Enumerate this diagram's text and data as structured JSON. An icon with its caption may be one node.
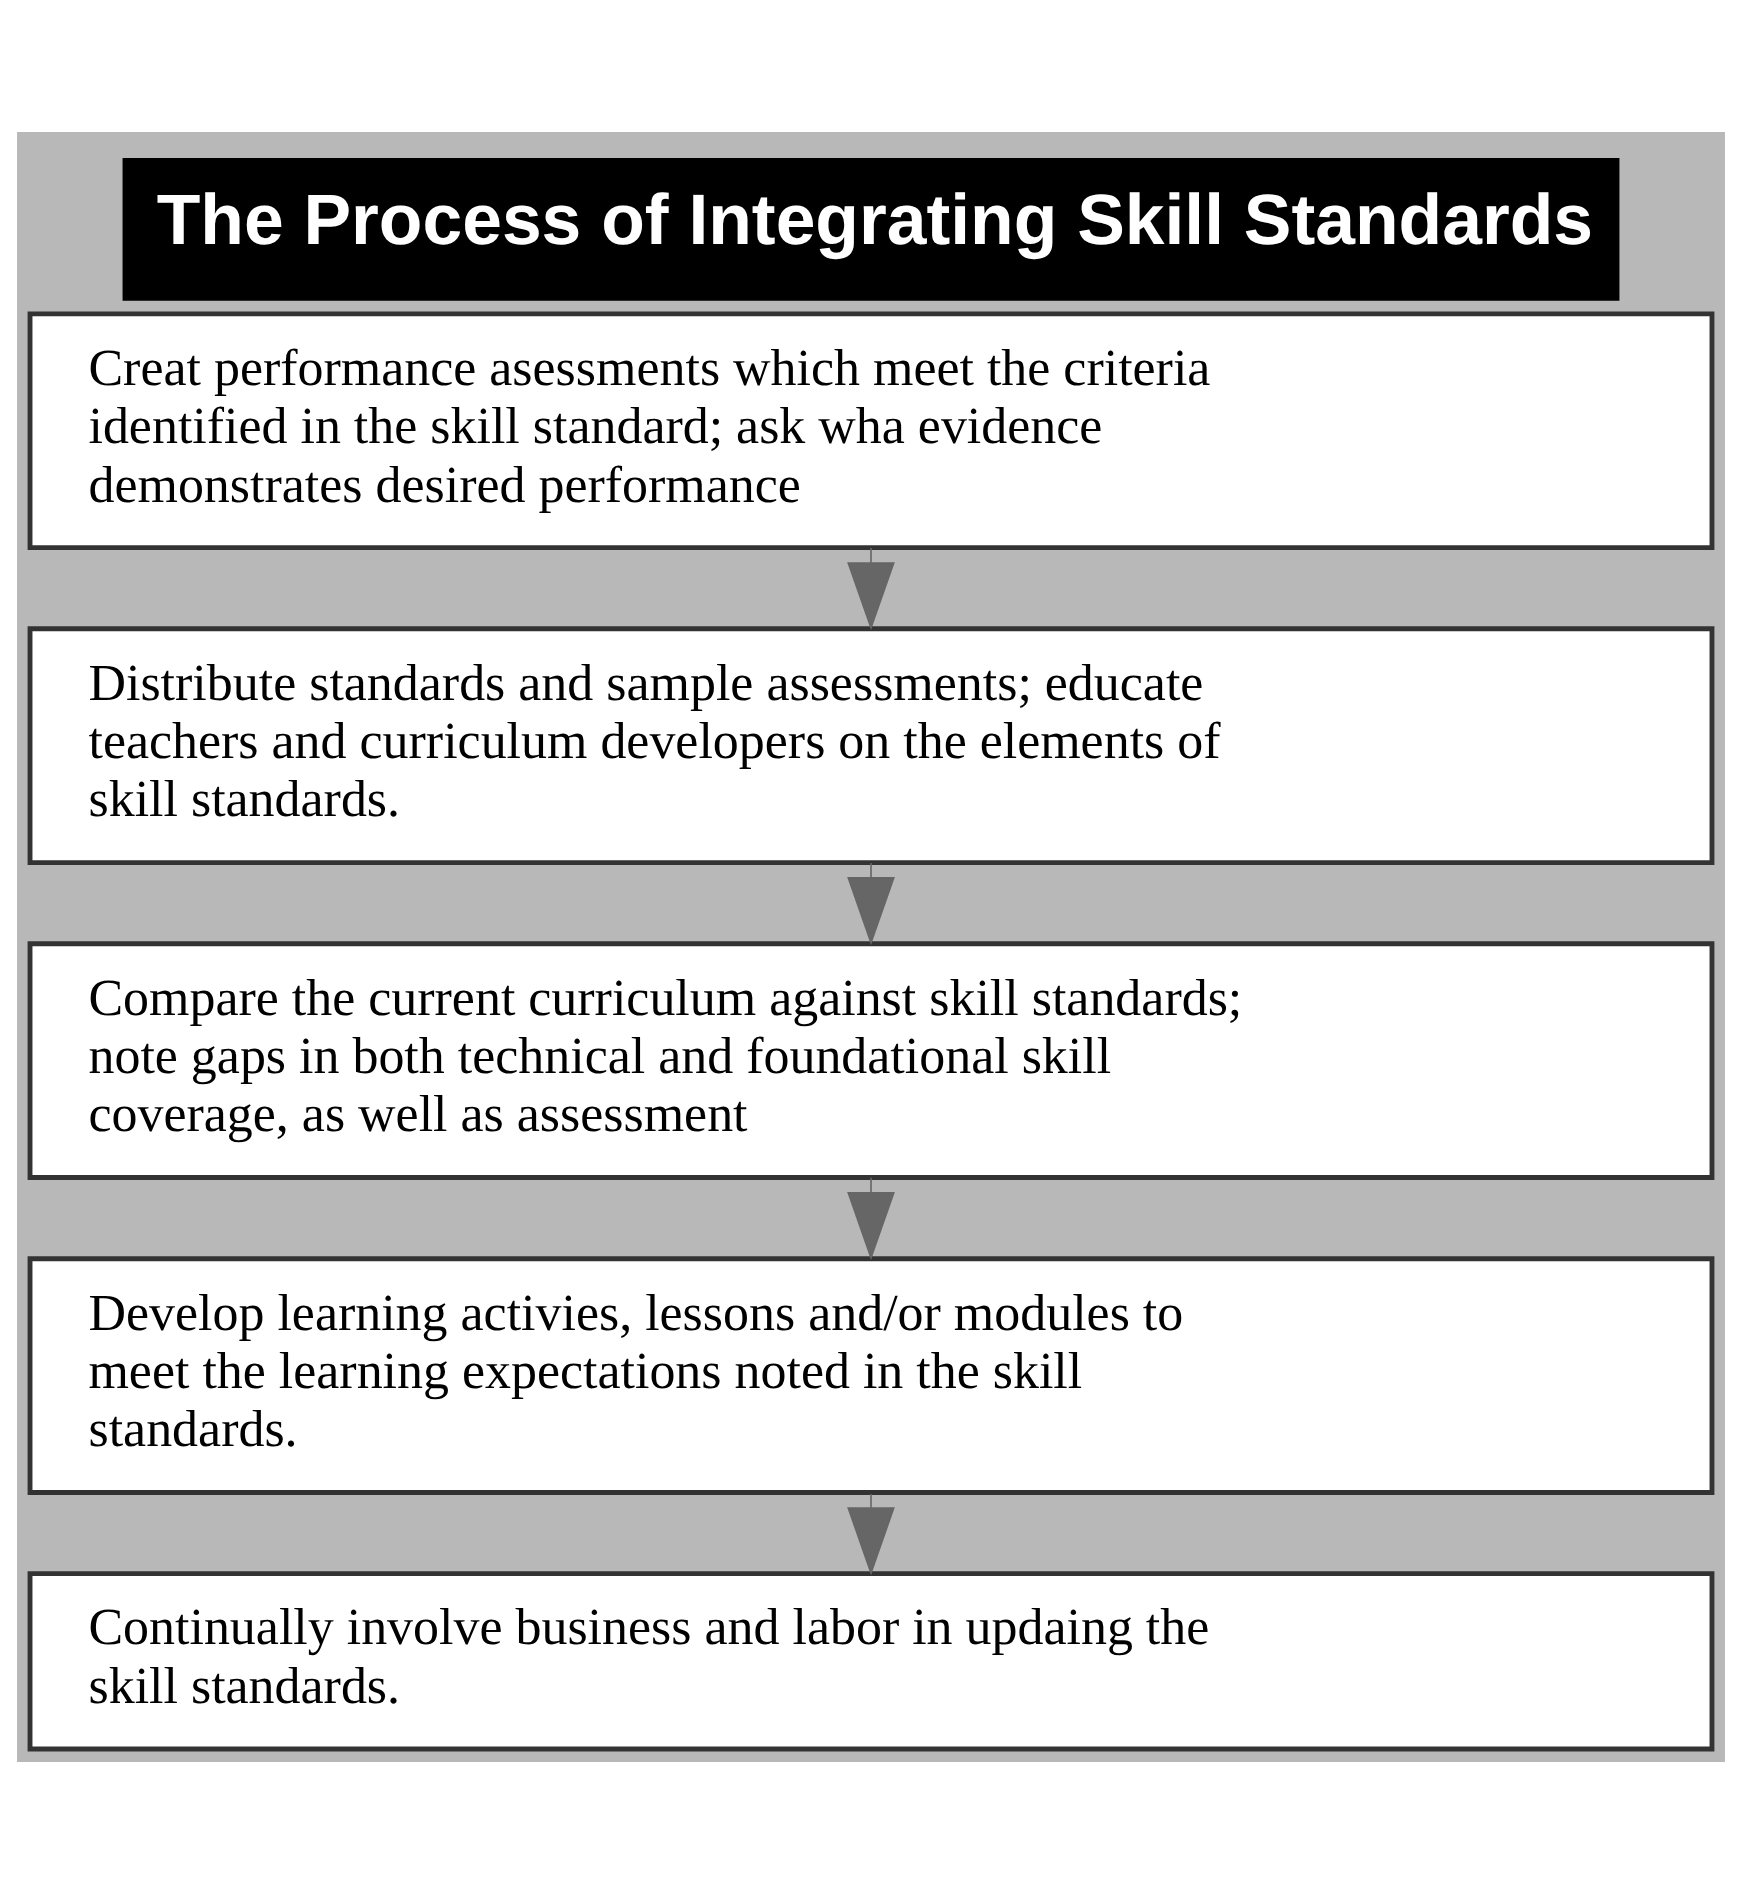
{
  "diagram": {
    "title": "The Process of Integrating Skill Standards",
    "nodes": [
      {
        "text": [
          "Creat performance asessments which meet the criteria identified in the skill standard; ask wha evidence demonstrates desired performance"
        ]
      },
      {
        "text": [
          "Distribute standards and sample assessments; educate teachers and curriculum developers on the elements of skill standards."
        ]
      },
      {
        "text": [
          "Compare the current curriculum against skill standards; note gaps in both technical and foundational skill coverage, as well as assessment"
        ]
      },
      {
        "text": [
          "Develop learning activies, lessons and/or modules to meet the learning expectations noted in the skill standards."
        ]
      },
      {
        "text": [
          "Continually involve business and labor in updaing the skill standards."
        ]
      }
    ],
    "edges": [
      {
        "from": 0,
        "to": 1,
        "arrow": "to"
      },
      {
        "from": 1,
        "to": 2,
        "arrow": "to"
      },
      {
        "from": 2,
        "to": 3,
        "arrow": "to"
      },
      {
        "from": 3,
        "to": 4,
        "arrow": "to"
      }
    ]
  }
}
